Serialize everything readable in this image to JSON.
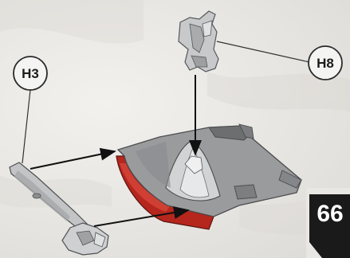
{
  "callouts": {
    "h3": "H3",
    "h8": "H8"
  },
  "page_number": "66",
  "colors": {
    "background": "#e9e7e3",
    "part_gray": "#8f9092",
    "part_dark": "#5b5c5e",
    "part_light": "#c9cacc",
    "reflector_red": "#b5261d",
    "arrow": "#111111",
    "badge": "#1a1a1a"
  }
}
